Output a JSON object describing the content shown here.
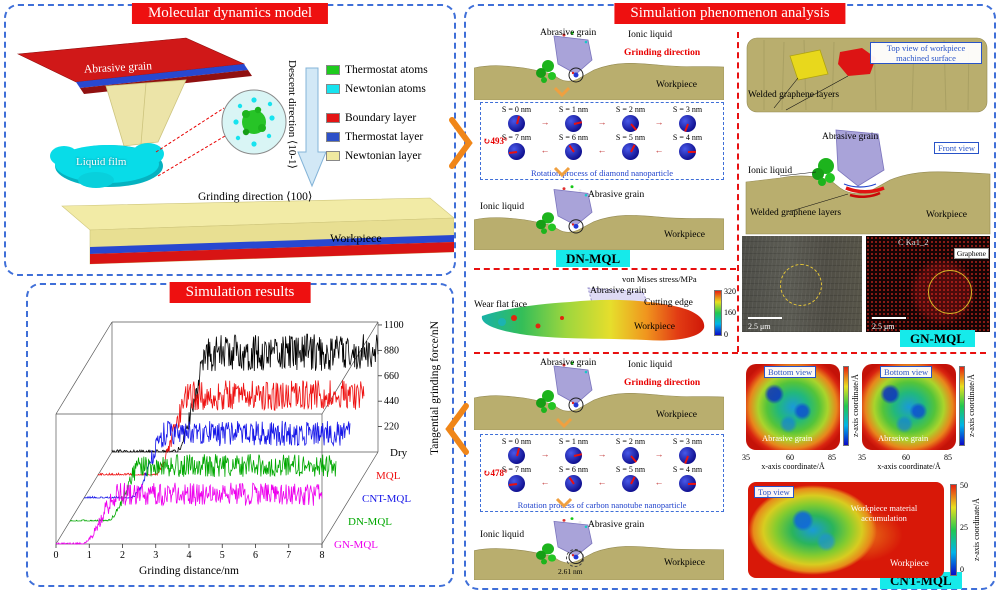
{
  "colors": {
    "banner_red": "#ee1010",
    "panel_dash_blue": "#3f6fd8",
    "divider_dash_red": "#e81010",
    "tag_cyan": "#16eaea",
    "workpiece_tan": "#b9ae6e",
    "grain_purple": "#a9a3d9"
  },
  "md_model": {
    "title": "Molecular dynamics model",
    "abrasive_grain": "Abrasive grain",
    "liquid_film": "Liquid film",
    "workpiece": "Workpiece",
    "descent_direction": "Descent direction ⟨10-1⟩",
    "grinding_direction": "Grinding direction ⟨100⟩",
    "legend_atoms": [
      {
        "label": "Thermostat atoms",
        "color": "#1ecb1e"
      },
      {
        "label": "Newtonian atoms",
        "color": "#17e3ef"
      }
    ],
    "legend_layers": [
      {
        "label": "Boundary layer",
        "color": "#e41414"
      },
      {
        "label": "Thermostat layer",
        "color": "#2d50c8"
      },
      {
        "label": "Newtonian layer",
        "color": "#f0e9a0"
      }
    ]
  },
  "chart_data": {
    "type": "line",
    "style": "3d-waterfall",
    "title": "Simulation results",
    "xlabel": "Grinding distance/nm",
    "ylabel": "Tangential grinding force/nN",
    "x_range": [
      0,
      8
    ],
    "x_ticks": [
      0,
      1,
      2,
      3,
      4,
      5,
      6,
      7,
      8
    ],
    "y_ticks": [
      220,
      440,
      660,
      880,
      1100
    ],
    "ylim": [
      0,
      1100
    ],
    "grid": false,
    "legend_position": "right-depth-axis",
    "series": [
      {
        "name": "Dry",
        "color": "#000000",
        "plateau": 860,
        "rise_start": 1.9,
        "noise": 160
      },
      {
        "name": "MQL",
        "color": "#ee1111",
        "plateau": 690,
        "rise_start": 1.7,
        "noise": 130
      },
      {
        "name": "CNT-MQL",
        "color": "#1616e8",
        "plateau": 560,
        "rise_start": 1.4,
        "noise": 110
      },
      {
        "name": "DN-MQL",
        "color": "#00a800",
        "plateau": 480,
        "rise_start": 1.1,
        "noise": 100
      },
      {
        "name": "GN-MQL",
        "color": "#ee00ee",
        "plateau": 430,
        "rise_start": 0.8,
        "noise": 100
      }
    ]
  },
  "analysis": {
    "title": "Simulation phenomenon analysis",
    "dn": {
      "tag": "DN-MQL",
      "abrasive_grain": "Abrasive grain",
      "ionic_liquid_top": "Ionic liquid",
      "grinding_direction": "Grinding direction",
      "workpiece_top": "Workpiece",
      "angle_icon": "↻",
      "rotation_angle": "493°",
      "rotation_title": "Rotation process of diamond nanoparticle",
      "rotation_steps_row1": [
        "S = 0 nm",
        "S = 1 nm",
        "S = 2 nm",
        "S = 3 nm"
      ],
      "rotation_steps_row2": [
        "S = 7 nm",
        "S = 6 nm",
        "S = 5 nm",
        "S = 4 nm"
      ],
      "ionic_liquid_bottom": "Ionic liquid",
      "abrasive_grain_bottom": "Abrasive grain",
      "workpiece_bottom": "Workpiece"
    },
    "mises": {
      "wear_flat_face": "Wear flat face",
      "abrasive_grain": "Abrasive grain",
      "cutting_edge": "Cutting edge",
      "workpiece": "Workpiece",
      "colorbar_title": "von Mises stress/MPa",
      "ticks": [
        "320",
        "160",
        "0"
      ]
    },
    "gn": {
      "tag": "GN-MQL",
      "top_view_box": "Top view of workpiece machined surface",
      "welded_graphene_top": "Welded graphene layers",
      "ionic_liquid": "Ionic liquid",
      "abrasive_grain": "Abrasive grain",
      "front_view_box": "Front view",
      "welded_graphene_front": "Welded graphene layers",
      "workpiece": "Workpiece",
      "sem_scale": "2.5 μm",
      "eds_title": "C Ka1_2",
      "graphene": "Graphene",
      "eds_scale": "2.5 μm"
    },
    "cnt": {
      "tag": "CNT-MQL",
      "abrasive_grain": "Abrasive grain",
      "ionic_liquid_top": "Ionic liquid",
      "grinding_direction": "Grinding direction",
      "workpiece_top": "Workpiece",
      "angle_icon": "↻",
      "rotation_angle": "478°",
      "rotation_title": "Rotation process of carbon nanotube nanoparticle",
      "rotation_steps_row1": [
        "S = 0 nm",
        "S = 1 nm",
        "S = 2 nm",
        "S = 3 nm"
      ],
      "rotation_steps_row2": [
        "S = 7 nm",
        "S = 6 nm",
        "S = 5 nm",
        "S = 4 nm"
      ],
      "ionic_liquid_bottom": "Ionic liquid",
      "abrasive_grain_bottom": "Abrasive grain",
      "workpiece_bottom": "Workpiece",
      "particle_size": "2.61 nm",
      "maps": {
        "bottom_view": "Bottom view",
        "abrasive_grain": "Abrasive grain",
        "x_ticks": [
          "35",
          "60",
          "85"
        ],
        "x_label": "x-axis coordinate/Å",
        "z_label": "z-axis coordinate/Å",
        "top_view": "Top view",
        "accumulation": "Workpiece material accumulation",
        "workpiece": "Workpiece",
        "top_ticks": [
          "50",
          "25",
          "0"
        ]
      }
    }
  }
}
